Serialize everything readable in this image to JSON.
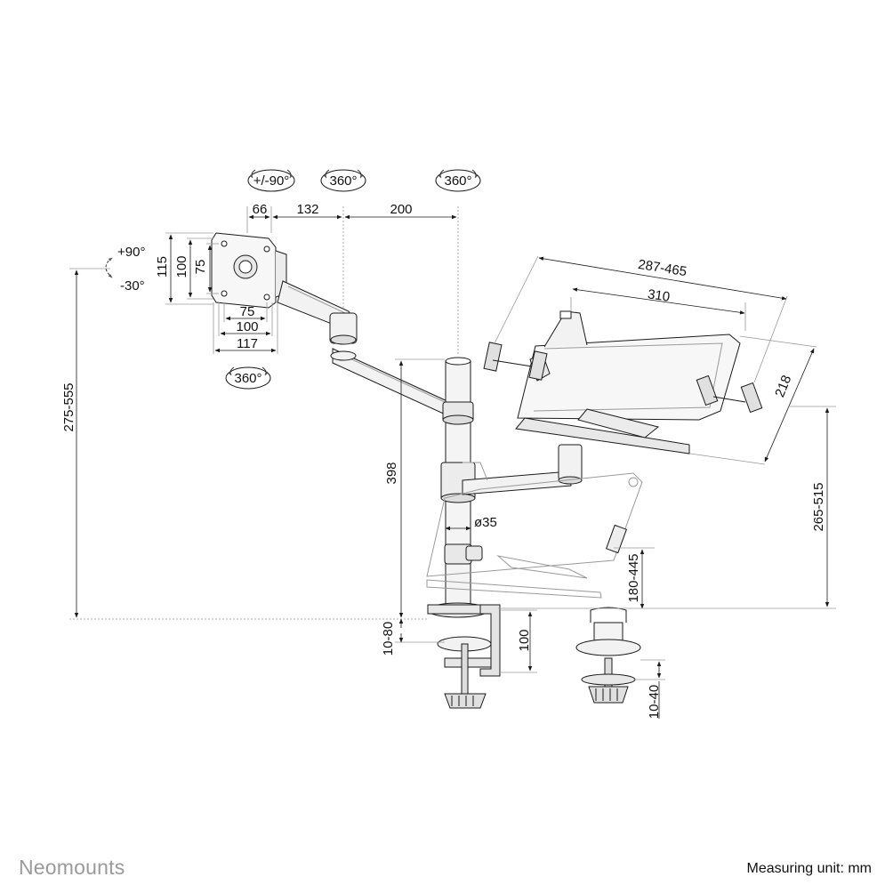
{
  "footer": {
    "brand": "Neomounts",
    "measuring_unit": "Measuring unit: mm"
  },
  "rotation_labels": {
    "tilt": "+/-90°",
    "arm_joint": "360°",
    "pole_joint": "360°",
    "vesa_rotate": "360°",
    "tilt_up": "+90°",
    "tilt_down": "-30°"
  },
  "dimensions": {
    "monitor_offset": "66",
    "arm_inner": "132",
    "arm_outer": "200",
    "vesa_height_outer": "115",
    "vesa_height_mid": "100",
    "vesa_height_inner": "75",
    "vesa_width_inner": "75",
    "vesa_width_mid": "100",
    "vesa_width_outer": "117",
    "total_height": "275-555",
    "pole_height": "398",
    "pole_diameter": "ø35",
    "desk_thickness_clamp": "10-80",
    "clamp_height": "100",
    "grommet_thickness": "10-40",
    "tray_width_range": "287-465",
    "tray_width": "310",
    "tray_depth": "218",
    "tray_height_upper": "265-515",
    "tray_height_lower": "180-445"
  },
  "colors": {
    "line": "#1a1a1a",
    "dim_line": "#9a9a9a",
    "part_fill": "#f2f2f2",
    "brand": "#9a9a9a"
  }
}
